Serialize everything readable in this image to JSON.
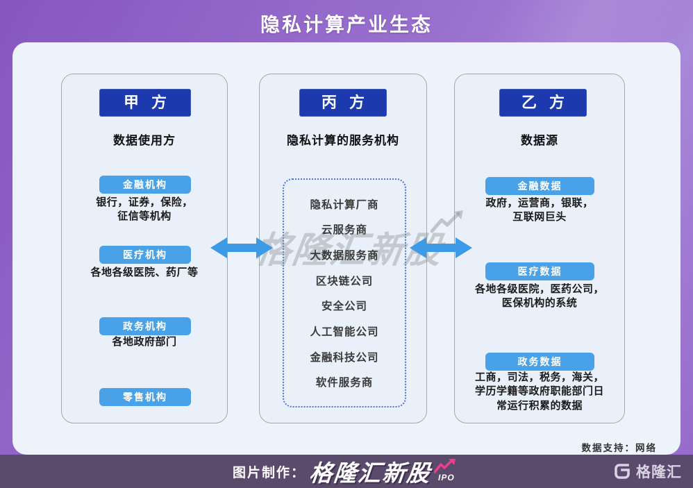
{
  "title": "隐私计算产业生态",
  "columns": [
    {
      "header": "甲 方",
      "subtitle": "数据使用方",
      "groups": [
        {
          "label": "金融机构",
          "desc": "银行，证券，保险，\n征信等机构"
        },
        {
          "label": "医疗机构",
          "desc": "各地各级医院、药厂等"
        },
        {
          "label": "政务机构",
          "desc": "各地政府部门"
        },
        {
          "label": "零售机构",
          "desc": ""
        }
      ]
    },
    {
      "header": "丙 方",
      "subtitle": "隐私计算的服务机构",
      "services": [
        "隐私计算厂商",
        "云服务商",
        "大数据服务商",
        "区块链公司",
        "安全公司",
        "人工智能公司",
        "金融科技公司",
        "软件服务商"
      ]
    },
    {
      "header": "乙 方",
      "subtitle": "数据源",
      "groups": [
        {
          "label": "金融数据",
          "desc": "政府，运营商，银联，\n互联网巨头"
        },
        {
          "label": "医疗数据",
          "desc": "各地各级医院，医药公司，\n医保机构的系统"
        },
        {
          "label": "政务数据",
          "desc": "工商，司法，税务，海关，\n学历学籍等政府职能部门日\n常运行积累的数据"
        }
      ]
    }
  ],
  "watermark": {
    "text": "格隆汇新股",
    "ipo": "IPO"
  },
  "footer": {
    "data_support": "数据支持：网络",
    "credit_label": "图片制作：",
    "brand": "格隆汇新股",
    "brand_sub": "IPO",
    "logo_text": "格隆汇"
  },
  "colors": {
    "background_purple": "#9c74d0",
    "footer_bar": "#5a4a6b",
    "card": "#edf3fa",
    "panel": "#e9f0fa",
    "header_blue": "#1c3aad",
    "pill_blue": "#49a2e8",
    "arrow_blue": "#3d9ae6",
    "dotted_blue": "#4576d8",
    "brand_pink": "#ee3e8e"
  }
}
